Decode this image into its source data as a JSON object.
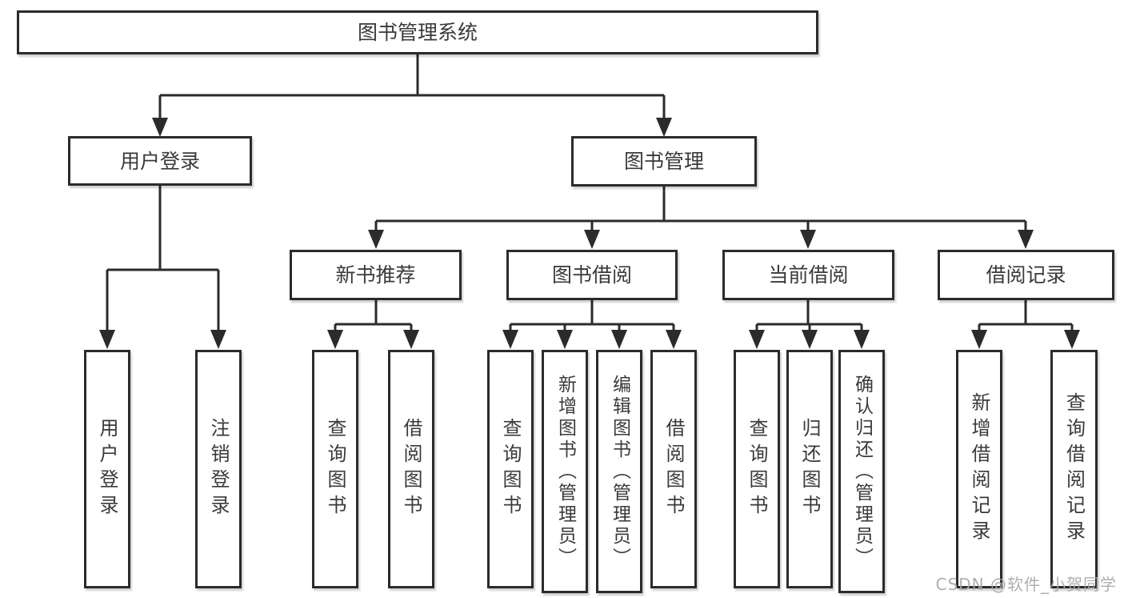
{
  "diagram": {
    "title": "图书管理系统",
    "watermark": "CSDN @软件_小贺同学",
    "colors": {
      "line": "#2b2b2b",
      "text": "#3a3a3a",
      "background": "#ffffff",
      "watermark": "#a5a8ab"
    },
    "type": "hierarchy-tree"
  },
  "nodes": {
    "root": {
      "label": "图书管理系统"
    },
    "user_login": {
      "label": "用户登录"
    },
    "book_mgmt": {
      "label": "图书管理"
    },
    "new_book_rec": {
      "label": "新书推荐"
    },
    "book_borrow": {
      "label": "图书借阅"
    },
    "current_borrow": {
      "label": "当前借阅"
    },
    "borrow_record": {
      "label": "借阅记录"
    },
    "leaf_user_login": {
      "label": "用户登录"
    },
    "leaf_logout": {
      "label": "注销登录"
    },
    "leaf_query_book_1": {
      "label": "查询图书"
    },
    "leaf_borrow_book_1": {
      "label": "借阅图书"
    },
    "leaf_query_book_2": {
      "label": "查询图书"
    },
    "leaf_add_book": {
      "label": "新增图书（管理员）"
    },
    "leaf_edit_book": {
      "label": "编辑图书（管理员）"
    },
    "leaf_borrow_book_2": {
      "label": "借阅图书"
    },
    "leaf_query_book_3": {
      "label": "查询图书"
    },
    "leaf_return_book": {
      "label": "归还图书"
    },
    "leaf_confirm_return": {
      "label": "确认归还（管理员）"
    },
    "leaf_add_record": {
      "label": "新增借阅记录"
    },
    "leaf_query_record": {
      "label": "查询借阅记录"
    }
  },
  "edges": [
    {
      "from": "root",
      "to": "user_login"
    },
    {
      "from": "root",
      "to": "book_mgmt"
    },
    {
      "from": "user_login",
      "to": "leaf_user_login"
    },
    {
      "from": "user_login",
      "to": "leaf_logout"
    },
    {
      "from": "book_mgmt",
      "to": "new_book_rec"
    },
    {
      "from": "book_mgmt",
      "to": "book_borrow"
    },
    {
      "from": "book_mgmt",
      "to": "current_borrow"
    },
    {
      "from": "book_mgmt",
      "to": "borrow_record"
    },
    {
      "from": "new_book_rec",
      "to": "leaf_query_book_1"
    },
    {
      "from": "new_book_rec",
      "to": "leaf_borrow_book_1"
    },
    {
      "from": "book_borrow",
      "to": "leaf_query_book_2"
    },
    {
      "from": "book_borrow",
      "to": "leaf_add_book"
    },
    {
      "from": "book_borrow",
      "to": "leaf_edit_book"
    },
    {
      "from": "book_borrow",
      "to": "leaf_borrow_book_2"
    },
    {
      "from": "current_borrow",
      "to": "leaf_query_book_3"
    },
    {
      "from": "current_borrow",
      "to": "leaf_return_book"
    },
    {
      "from": "current_borrow",
      "to": "leaf_confirm_return"
    },
    {
      "from": "borrow_record",
      "to": "leaf_add_record"
    },
    {
      "from": "borrow_record",
      "to": "leaf_query_record"
    }
  ]
}
